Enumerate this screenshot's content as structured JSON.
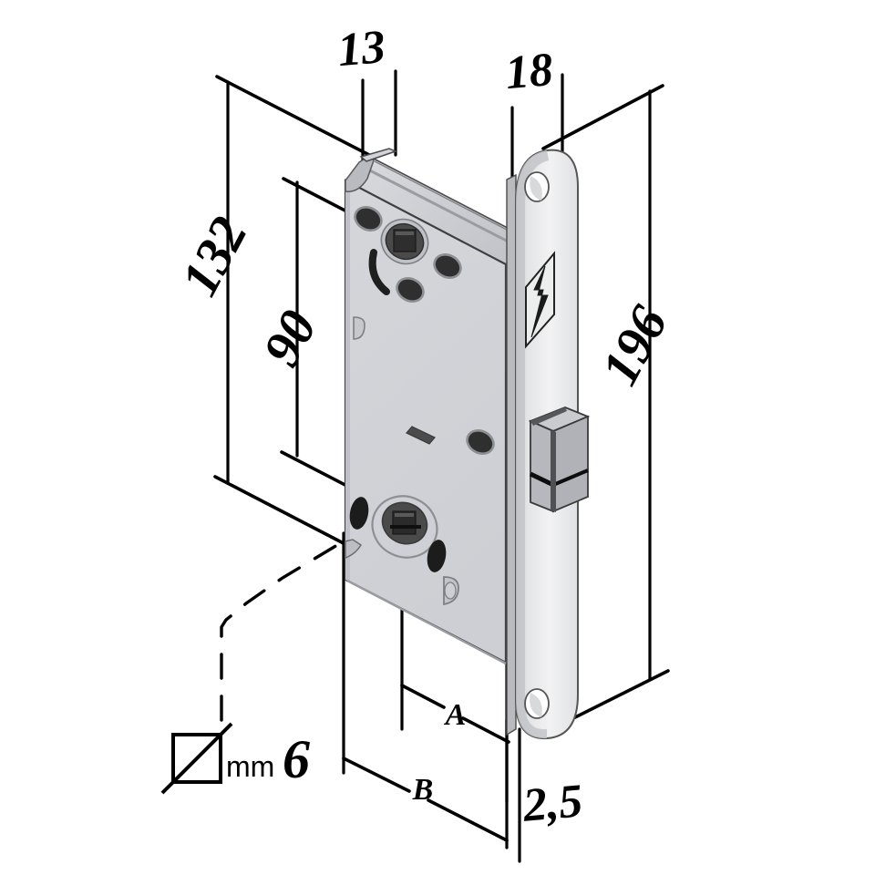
{
  "drawing": {
    "title": "mortise-lock-technical-dimension-drawing",
    "background_color": "#ffffff",
    "line_color": "#000000",
    "body_face_color": "#d0d2d6",
    "body_top_color": "#c6c8cc",
    "body_side_color": "#b6b8bd",
    "faceplate_color": "#e8e9ea",
    "faceplate_edge_color": "#b9bbbf",
    "bolt_color": "#b0b2b6",
    "hole_dark_color": "#3a3a3a",
    "hole_mid_color": "#4c4c4c"
  },
  "dimensions": {
    "height_overall": "132",
    "width_backset_top": "13",
    "faceplate_width": "18",
    "center_distance": "90",
    "faceplate_length": "196",
    "faceplate_thickness": "2,5",
    "label_a": "A",
    "label_b": "B"
  },
  "symbol": {
    "square_note_unit": "mm",
    "square_note_value": "6",
    "square_note_icon": "square-with-diagonal-icon"
  }
}
